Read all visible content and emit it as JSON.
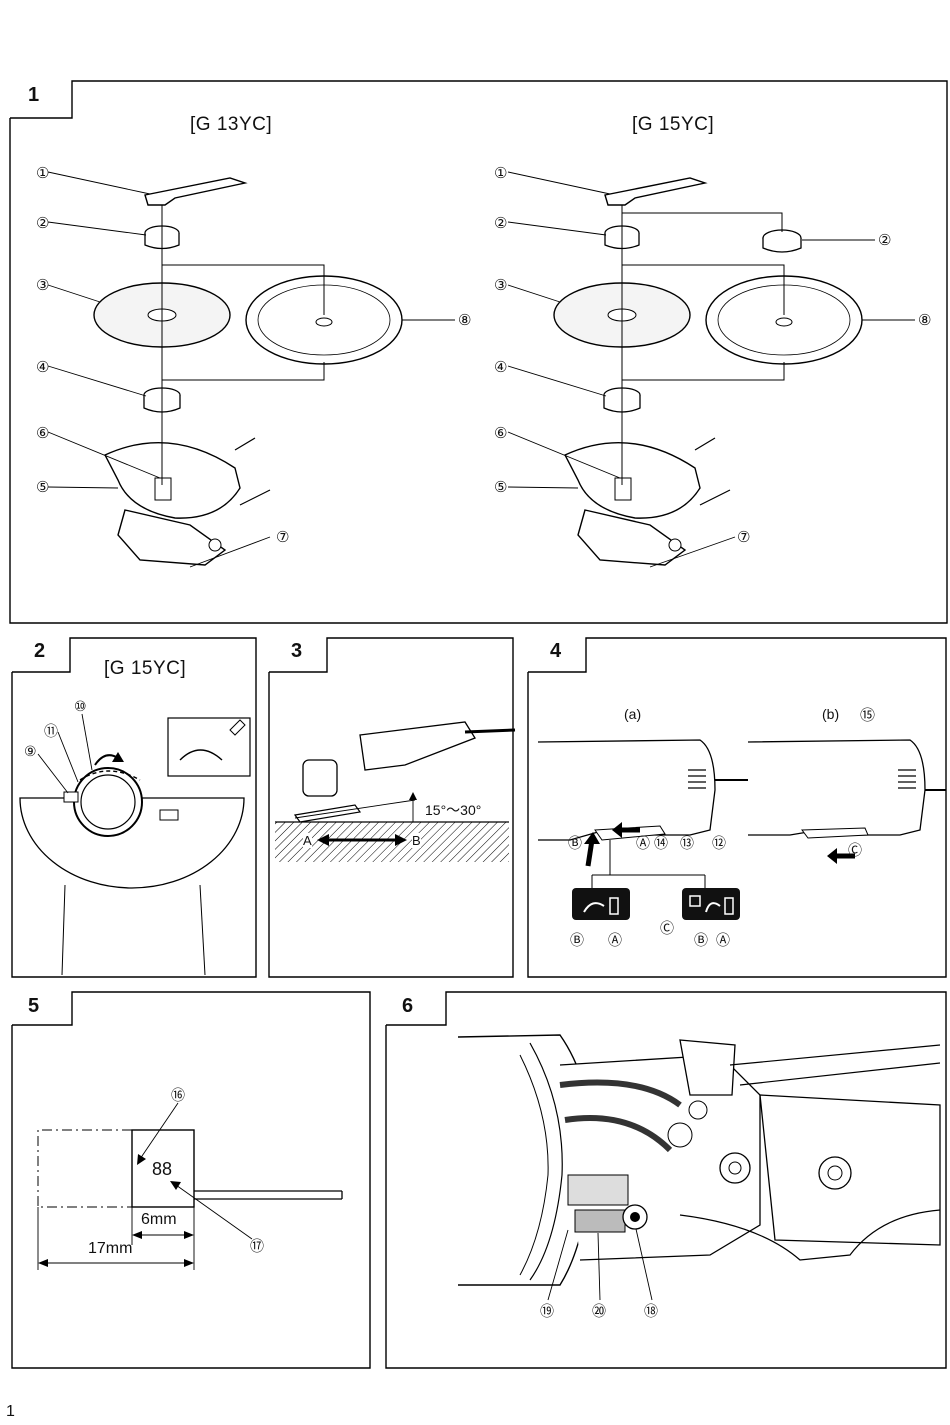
{
  "page_number": "1",
  "fig1": {
    "number": "1",
    "left_model": "[G 13YC]",
    "right_model": "[G 15YC]",
    "left_callouts": [
      "①",
      "②",
      "③",
      "④",
      "⑥",
      "⑤",
      "⑦",
      "⑧"
    ],
    "right_callouts": [
      "①",
      "②",
      "③",
      "④",
      "⑥",
      "⑤",
      "⑦",
      "②",
      "⑧"
    ]
  },
  "fig2": {
    "number": "2",
    "model": "[G 15YC]",
    "callouts": [
      "⑩",
      "⑪",
      "⑨"
    ]
  },
  "fig3": {
    "number": "3",
    "angle": "15°～30°",
    "point_a": "A",
    "point_b": "B"
  },
  "fig4": {
    "number": "4",
    "sub_a": "(a)",
    "sub_b": "(b)",
    "callout_15": "⑮",
    "labels_a": [
      "Ⓑ",
      "Ⓐ",
      "⑭",
      "⑬",
      "⑫"
    ],
    "label_c": "Ⓒ",
    "box1_labels": [
      "Ⓑ",
      "Ⓐ"
    ],
    "box2_labels": [
      "Ⓒ",
      "Ⓑ",
      "Ⓐ"
    ]
  },
  "fig5": {
    "number": "5",
    "callout_16": "⑯",
    "callout_17": "⑰",
    "code": "88",
    "dim_6": "6mm",
    "dim_17": "17mm"
  },
  "fig6": {
    "number": "6",
    "callouts": [
      "⑲",
      "⑳",
      "⑱"
    ]
  }
}
